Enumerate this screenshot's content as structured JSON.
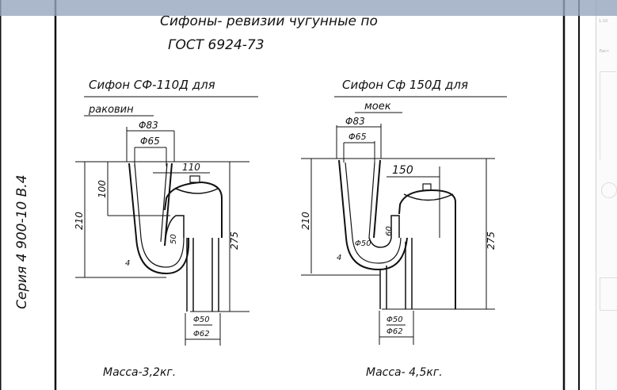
{
  "document": {
    "title_line1": "Сифоны- ревизии чугунные по",
    "title_line2": "ГОСТ 6924-73",
    "margin_label": "Серия 4 900-10 В.4",
    "left_siphon": {
      "title": "Сифон СФ-110Д для",
      "subtitle": "раковин",
      "dims": {
        "d83": "Φ83",
        "d65": "Φ65",
        "l110": "110",
        "h100": "100",
        "h210": "210",
        "h275": "275",
        "r50": "50",
        "r4": "4",
        "d50": "Φ50",
        "d62": "Φ62"
      },
      "mass": "Масса-3,2кг."
    },
    "right_siphon": {
      "title": "Сифон Сф 150Д для",
      "subtitle": "моек",
      "dims": {
        "d83": "Φ83",
        "d65": "Φ65",
        "l150": "150",
        "h210": "210",
        "h275": "275",
        "r60": "60",
        "r50": "Φ50",
        "r4": "4",
        "d50": "Φ50",
        "d62": "Φ62"
      },
      "mass": "Масса- 4,5кг."
    }
  },
  "side_panel": {
    "thumbnail_text": [
      "1:10",
      "Лист"
    ]
  }
}
